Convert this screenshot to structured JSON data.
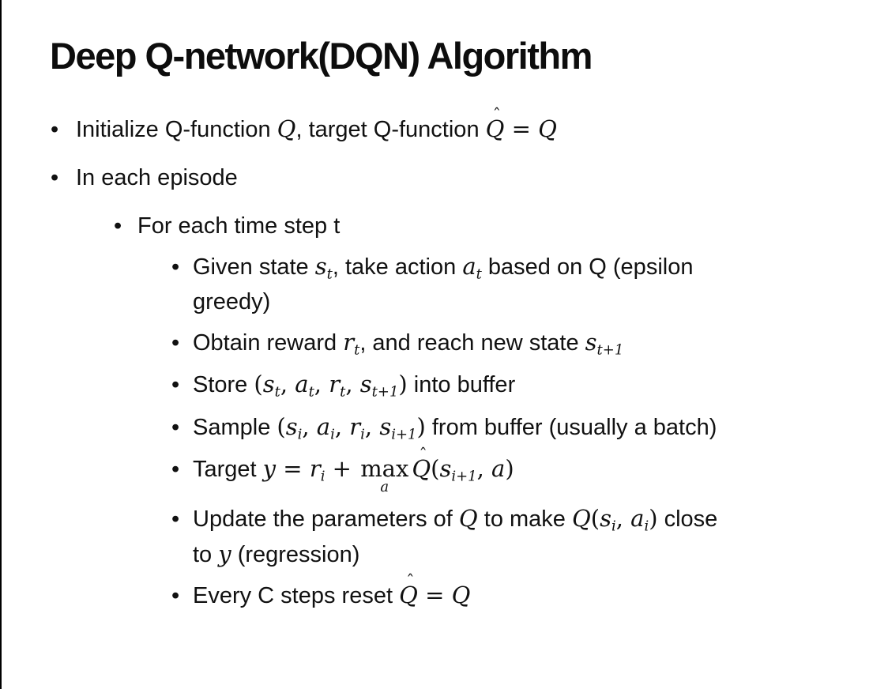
{
  "slide": {
    "title": "Deep Q-network(DQN) Algorithm",
    "bullet_char": "•",
    "hat_char": "ˆ",
    "bullets": [
      {
        "level": 1,
        "segments": [
          {
            "k": "t",
            "v": "Initialize Q-function "
          },
          {
            "k": "m",
            "v": "Q"
          },
          {
            "k": "t",
            "v": ", target Q-function "
          },
          {
            "k": "h",
            "v": "Q"
          },
          {
            "k": "o",
            "v": " = "
          },
          {
            "k": "m",
            "v": "Q"
          }
        ]
      },
      {
        "level": 1,
        "segments": [
          {
            "k": "t",
            "v": "In each episode"
          }
        ]
      },
      {
        "level": 2,
        "segments": [
          {
            "k": "t",
            "v": "For each time step t"
          }
        ]
      },
      {
        "level": 3,
        "segments": [
          {
            "k": "t",
            "v": "Given state "
          },
          {
            "k": "m",
            "v": "s"
          },
          {
            "k": "s",
            "v": "t"
          },
          {
            "k": "t",
            "v": ", take action "
          },
          {
            "k": "m",
            "v": "a"
          },
          {
            "k": "s",
            "v": "t"
          },
          {
            "k": "t",
            "v": " based on Q (epsilon"
          },
          {
            "k": "br"
          },
          {
            "k": "t",
            "v": "greedy)"
          }
        ]
      },
      {
        "level": 3,
        "segments": [
          {
            "k": "t",
            "v": "Obtain reward "
          },
          {
            "k": "m",
            "v": "r"
          },
          {
            "k": "s",
            "v": "t"
          },
          {
            "k": "t",
            "v": ", and reach new state "
          },
          {
            "k": "m",
            "v": "s"
          },
          {
            "k": "s",
            "v": "t+1"
          }
        ]
      },
      {
        "level": 3,
        "segments": [
          {
            "k": "t",
            "v": "Store "
          },
          {
            "k": "o",
            "v": "("
          },
          {
            "k": "m",
            "v": "s"
          },
          {
            "k": "s",
            "v": "t"
          },
          {
            "k": "o",
            "v": ", "
          },
          {
            "k": "m",
            "v": "a"
          },
          {
            "k": "s",
            "v": "t"
          },
          {
            "k": "o",
            "v": ", "
          },
          {
            "k": "m",
            "v": "r"
          },
          {
            "k": "s",
            "v": "t"
          },
          {
            "k": "o",
            "v": ", "
          },
          {
            "k": "m",
            "v": "s"
          },
          {
            "k": "s",
            "v": "t+1"
          },
          {
            "k": "o",
            "v": ")"
          },
          {
            "k": "t",
            "v": " into buffer"
          }
        ]
      },
      {
        "level": 3,
        "segments": [
          {
            "k": "t",
            "v": "Sample "
          },
          {
            "k": "o",
            "v": "("
          },
          {
            "k": "m",
            "v": "s"
          },
          {
            "k": "s",
            "v": "i"
          },
          {
            "k": "o",
            "v": ", "
          },
          {
            "k": "m",
            "v": "a"
          },
          {
            "k": "s",
            "v": "i"
          },
          {
            "k": "o",
            "v": ", "
          },
          {
            "k": "m",
            "v": "r"
          },
          {
            "k": "s",
            "v": "i"
          },
          {
            "k": "o",
            "v": ", "
          },
          {
            "k": "m",
            "v": "s"
          },
          {
            "k": "s",
            "v": "i+1"
          },
          {
            "k": "o",
            "v": ")"
          },
          {
            "k": "t",
            "v": " from buffer (usually a batch)"
          }
        ]
      },
      {
        "level": 3,
        "segments": [
          {
            "k": "t",
            "v": "Target "
          },
          {
            "k": "m",
            "v": "y"
          },
          {
            "k": "o",
            "v": " = "
          },
          {
            "k": "m",
            "v": "r"
          },
          {
            "k": "s",
            "v": "i"
          },
          {
            "k": "o",
            "v": " + "
          },
          {
            "k": "uo",
            "v": "max",
            "under": "a"
          },
          {
            "k": "h",
            "v": "Q"
          },
          {
            "k": "o",
            "v": "("
          },
          {
            "k": "m",
            "v": "s"
          },
          {
            "k": "s",
            "v": "i+1"
          },
          {
            "k": "o",
            "v": ", "
          },
          {
            "k": "m",
            "v": "a"
          },
          {
            "k": "o",
            "v": ")"
          }
        ]
      },
      {
        "level": 3,
        "segments": [
          {
            "k": "t",
            "v": "Update the parameters of "
          },
          {
            "k": "m",
            "v": "Q"
          },
          {
            "k": "t",
            "v": " to make "
          },
          {
            "k": "m",
            "v": "Q"
          },
          {
            "k": "o",
            "v": "("
          },
          {
            "k": "m",
            "v": "s"
          },
          {
            "k": "s",
            "v": "i"
          },
          {
            "k": "o",
            "v": ", "
          },
          {
            "k": "m",
            "v": "a"
          },
          {
            "k": "s",
            "v": "i"
          },
          {
            "k": "o",
            "v": ")"
          },
          {
            "k": "t",
            "v": " close"
          },
          {
            "k": "br"
          },
          {
            "k": "t",
            "v": "to "
          },
          {
            "k": "m",
            "v": "y"
          },
          {
            "k": "t",
            "v": " (regression)"
          }
        ]
      },
      {
        "level": 3,
        "segments": [
          {
            "k": "t",
            "v": "Every C steps reset "
          },
          {
            "k": "h",
            "v": "Q"
          },
          {
            "k": "o",
            "v": " = "
          },
          {
            "k": "m",
            "v": "Q"
          }
        ]
      }
    ]
  }
}
